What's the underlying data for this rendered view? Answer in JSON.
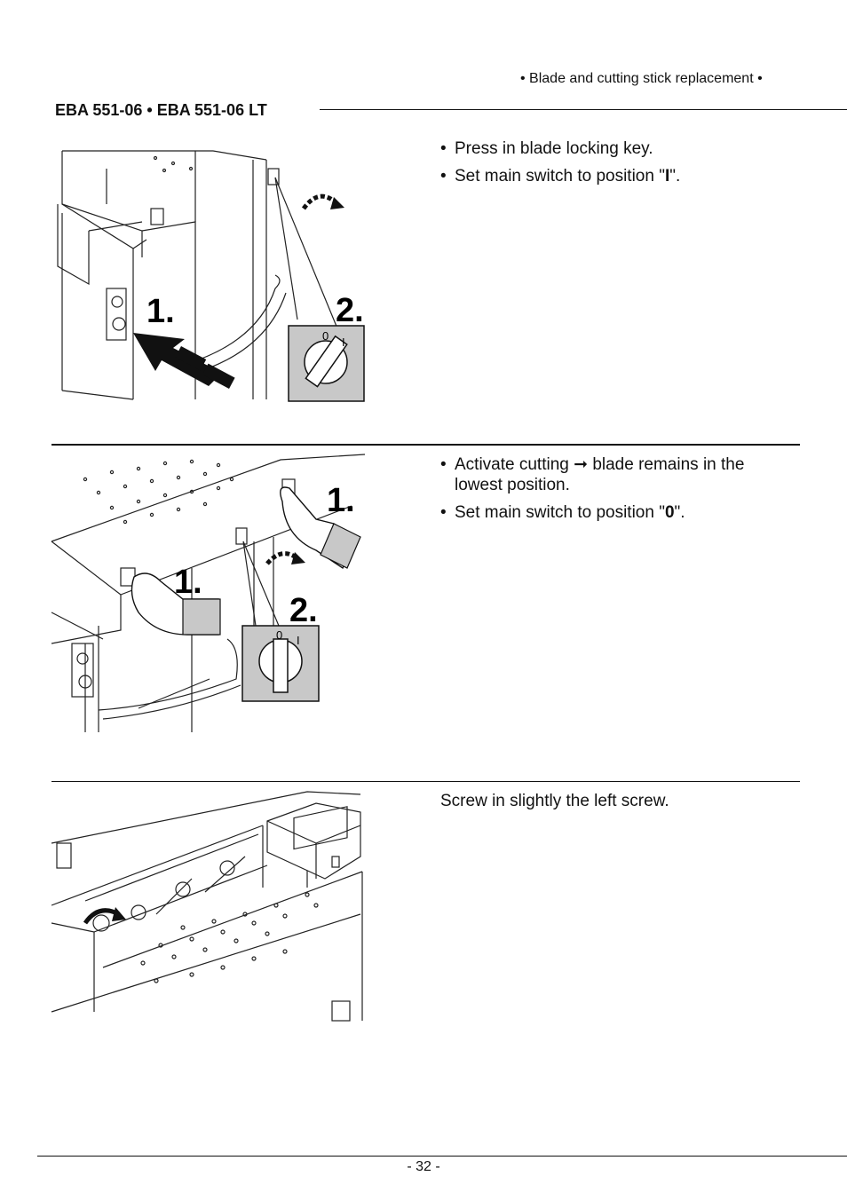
{
  "header": {
    "section": "• Blade and cutting stick replacement •",
    "model": "EBA 551-06 • EBA 551-06 LT"
  },
  "steps": [
    {
      "bullets": [
        {
          "text": "Press in blade locking key."
        },
        {
          "before": "Set main switch to position \"",
          "bold": "I",
          "after": "\"."
        }
      ],
      "figure": {
        "labels": [
          "1.",
          "2."
        ],
        "switch_marks": [
          "0",
          "I"
        ]
      }
    },
    {
      "bullets": [
        {
          "text": "Activate cutting ➞ blade remains in the lowest position."
        },
        {
          "before": "Set main switch to position \"",
          "bold": "0",
          "after": "\"."
        }
      ],
      "figure": {
        "labels": [
          "1.",
          "1.",
          "2."
        ],
        "switch_marks": [
          "0",
          "I"
        ]
      }
    },
    {
      "text": "Screw in slightly the left screw."
    }
  ],
  "footer": {
    "page": "- 32 -"
  }
}
